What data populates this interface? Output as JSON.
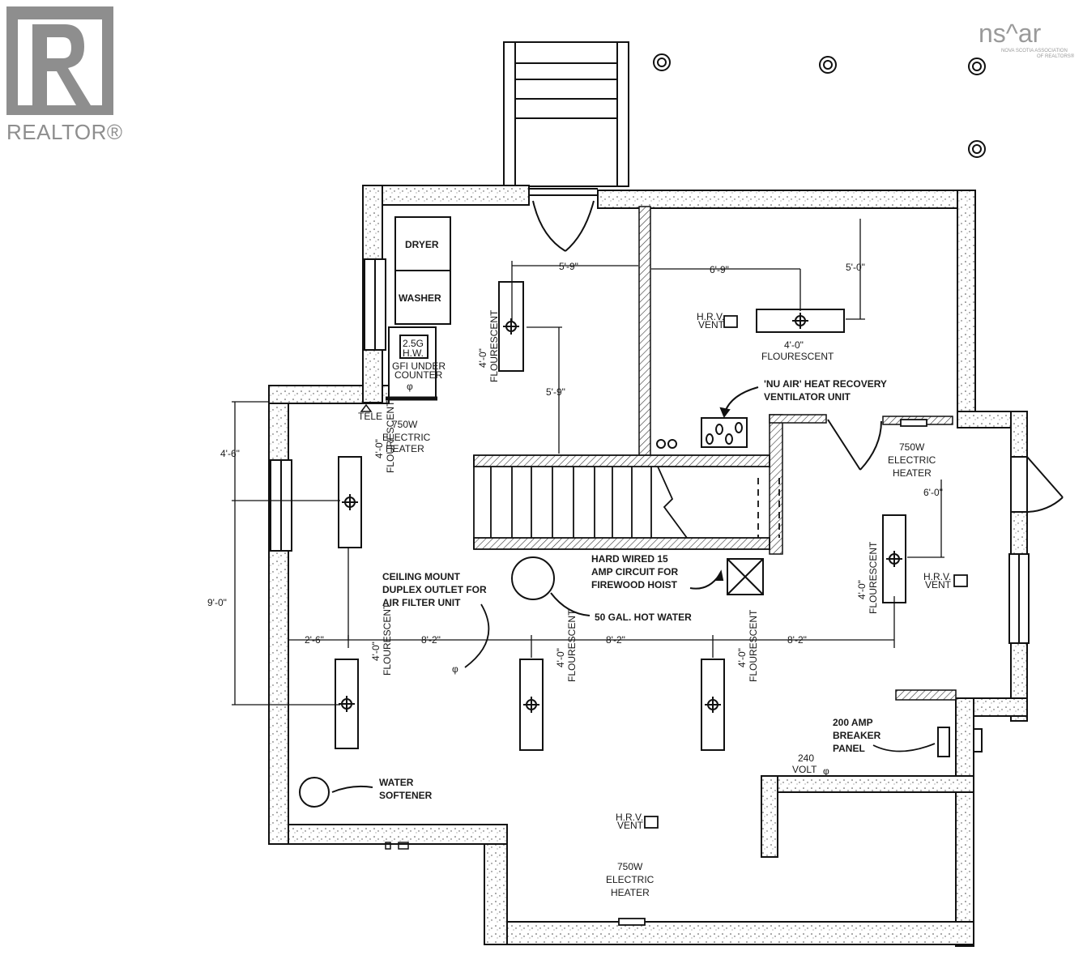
{
  "branding": {
    "realtor": "REALTOR®",
    "nsar": "ns^ar",
    "nsar_sub1": "NOVA SCOTIA ASSOCIATION",
    "nsar_sub2": "OF REALTORS®"
  },
  "rooms": {
    "dryer": "DRYER",
    "washer": "WASHER",
    "hw_tank1": "2.5G",
    "hw_tank2": "H.W.",
    "gfi1": "GFI UNDER",
    "gfi2": "COUNTER",
    "tele": "TELE"
  },
  "annotations": {
    "heater_top1": "750W",
    "heater_top2": "ELECTRIC",
    "heater_top3": "HEATER",
    "heater_right1": "750W",
    "heater_right2": "ELECTRIC",
    "heater_right3": "HEATER",
    "heater_bottom1": "750W",
    "heater_bottom2": "ELECTRIC",
    "heater_bottom3": "HEATER",
    "hrv_unit1": "'NU AIR' HEAT RECOVERY",
    "hrv_unit2": "VENTILATOR UNIT",
    "hrv_vent1a": "H.R.V.",
    "hrv_vent1b": "VENT",
    "hrv_vent2a": "H.R.V.",
    "hrv_vent2b": "VENT",
    "hrv_vent3a": "H.R.V.",
    "hrv_vent3b": "VENT",
    "hoist1": "HARD WIRED 15",
    "hoist2": "AMP CIRCUIT FOR",
    "hoist3": "FIREWOOD HOIST",
    "outlet1": "CEILING MOUNT",
    "outlet2": "DUPLEX OUTLET FOR",
    "outlet3": "AIR FILTER UNIT",
    "hot_water": "50 GAL. HOT WATER",
    "softener1": "WATER",
    "softener2": "SOFTENER",
    "breaker1": "200 AMP",
    "breaker2": "BREAKER",
    "breaker3": "PANEL",
    "volt1": "240",
    "volt2": "VOLT"
  },
  "fixtures": {
    "len": "4'-0\"",
    "type": "FLOURESCENT"
  },
  "dimensions": {
    "d_5_9_h": "5'-9\"",
    "d_5_9_v": "5'-9\"",
    "d_6_9": "6'-9\"",
    "d_5_0": "5'-0\"",
    "d_4_6": "4'-6\"",
    "d_9_0": "9'-0\"",
    "d_2_6": "2'-6\"",
    "d_8_2_a": "8'-2\"",
    "d_8_2_b": "8'-2\"",
    "d_8_2_c": "8'-2\"",
    "d_6_0": "6'-0\""
  }
}
